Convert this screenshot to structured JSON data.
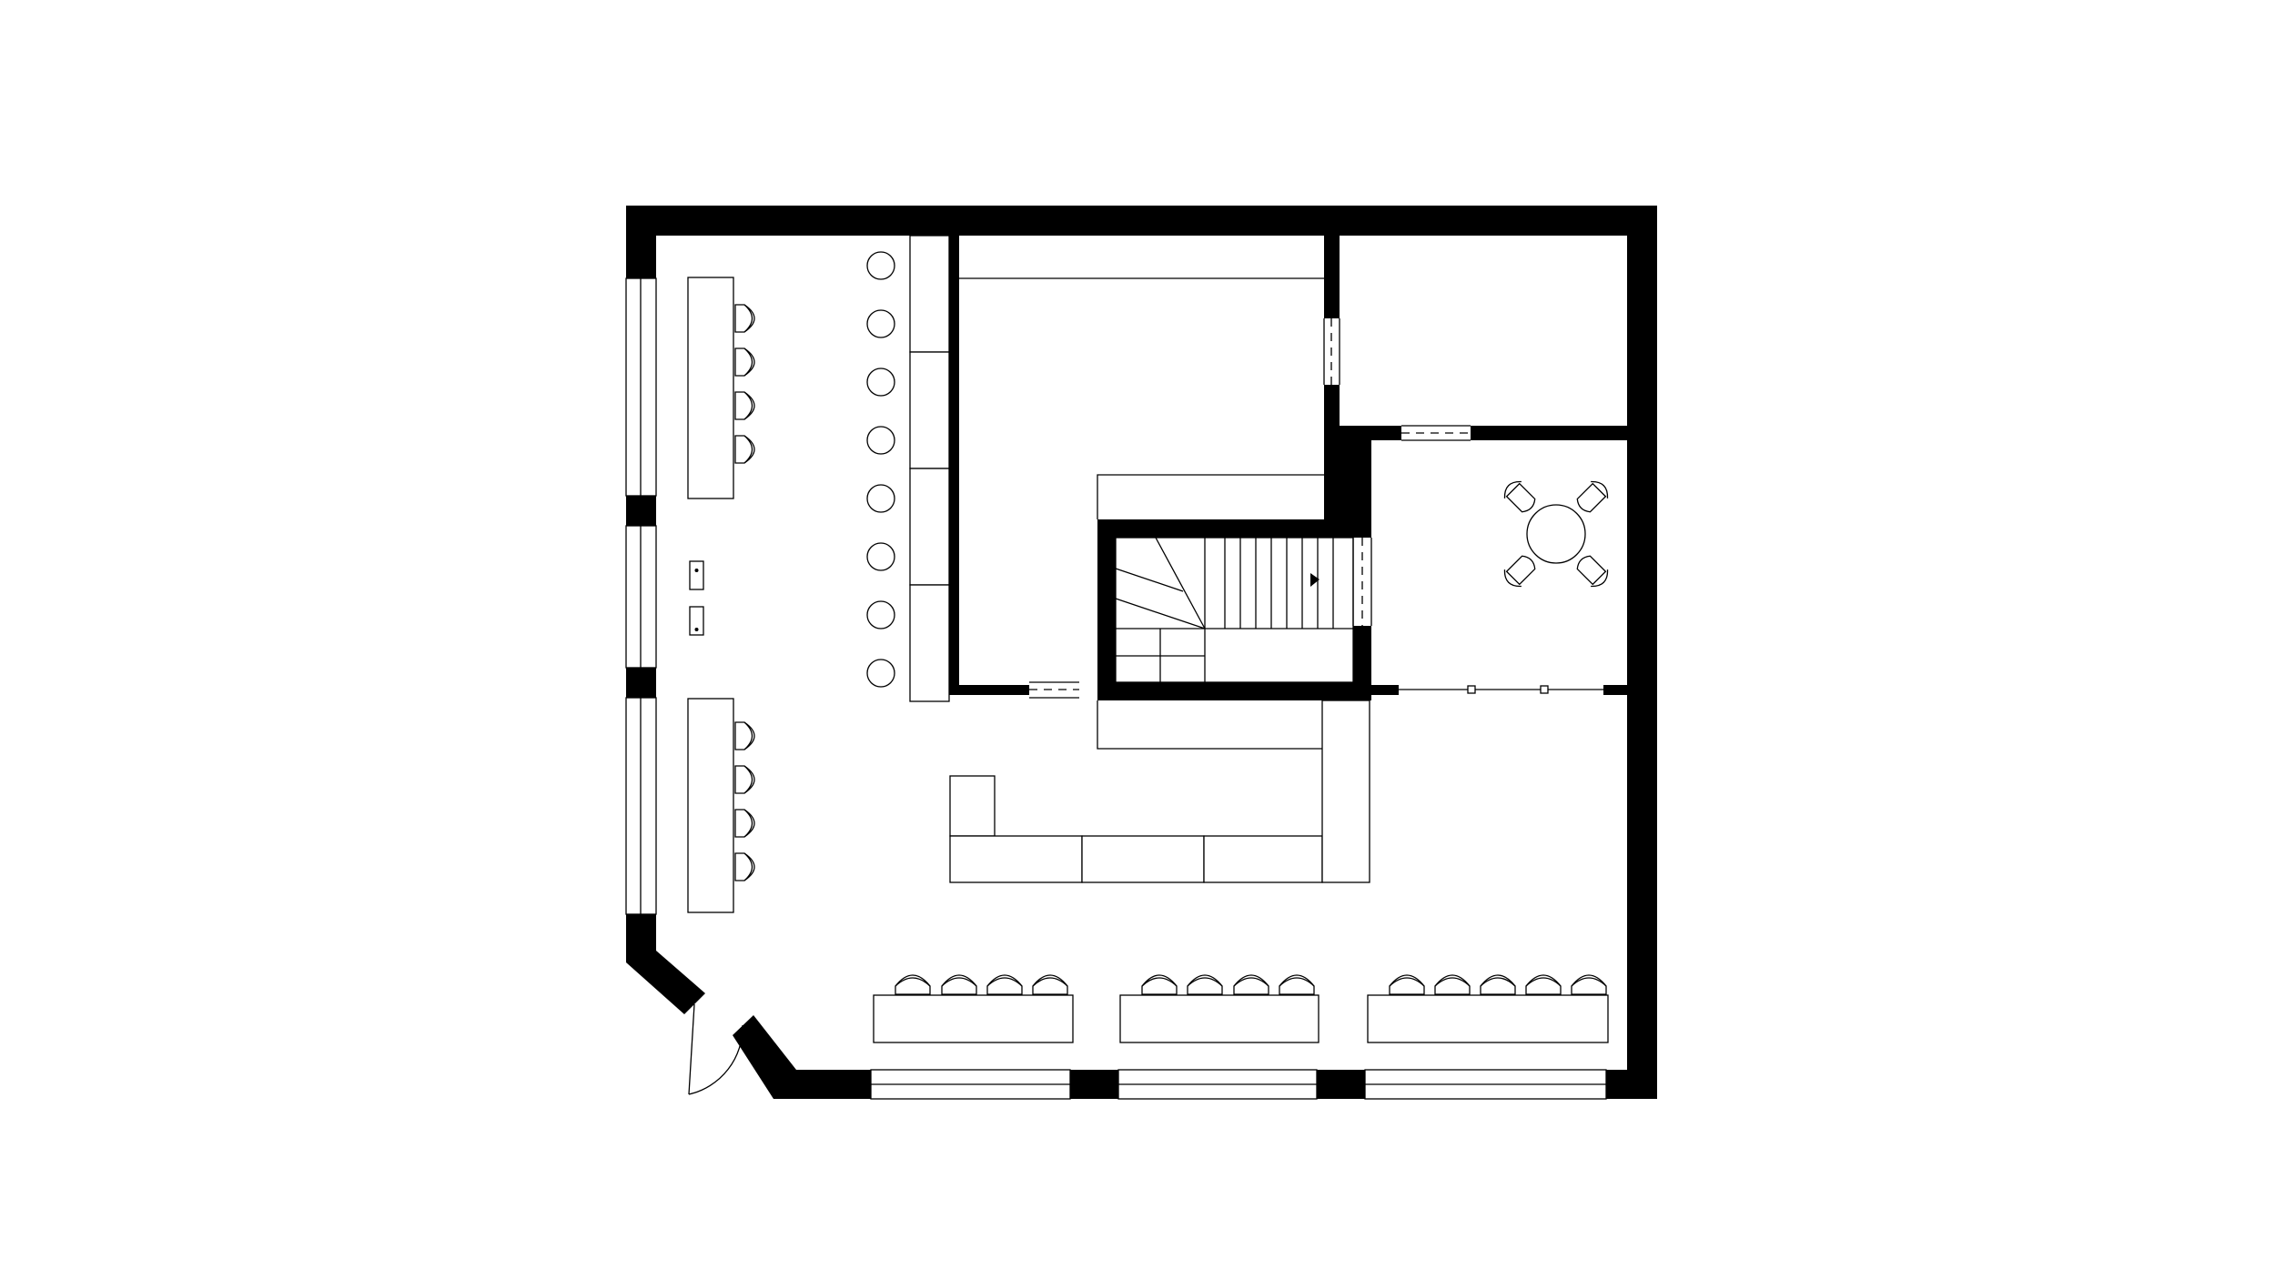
{
  "diagram": {
    "type": "architectural floor plan",
    "labels": [],
    "colors": {
      "background": "#ffffff",
      "walls": "#000000",
      "lines": "#000000"
    },
    "elements": {
      "window_stools": 8,
      "bar_counter_segments": 4,
      "bench_tables": 5,
      "bench_table_stool_counts": [
        4,
        4,
        4,
        4,
        5
      ],
      "round_table_chairs": 4,
      "staircase_treads": 12,
      "entrance_doors": 1,
      "wall_sockets": 2
    }
  }
}
